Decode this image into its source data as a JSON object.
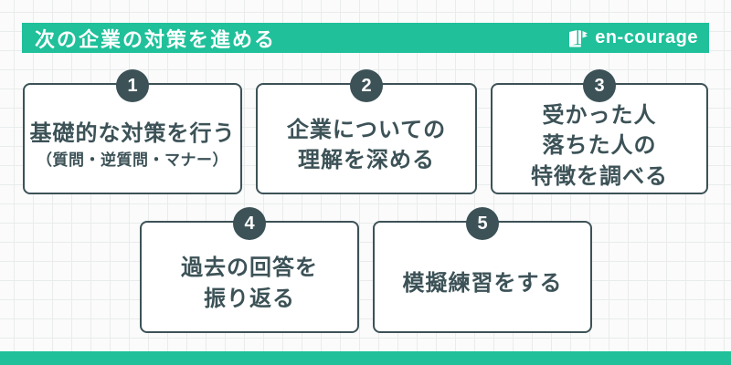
{
  "header": {
    "title": "次の企業の対策を進める",
    "logo": {
      "text": "en-courage",
      "icon": "open-book-icon"
    }
  },
  "cards": [
    {
      "number": "1",
      "lines": [
        "基礎的な対策を行う",
        "（質問・逆質問・マナー）"
      ]
    },
    {
      "number": "2",
      "lines": [
        "企業についての",
        "理解を深める"
      ]
    },
    {
      "number": "3",
      "lines": [
        "受かった人",
        "落ちた人の",
        "特徴を調べる"
      ]
    },
    {
      "number": "4",
      "lines": [
        "過去の回答を",
        "振り返る"
      ]
    },
    {
      "number": "5",
      "lines": [
        "模擬練習をする"
      ]
    }
  ],
  "colors": {
    "accent_teal": "#1fc09a",
    "dark_slate": "#3c5257",
    "background": "#fbfbfb",
    "grid_line": "#e9ecec",
    "card_background": "#ffffff",
    "text_on_accent": "#ffffff"
  }
}
